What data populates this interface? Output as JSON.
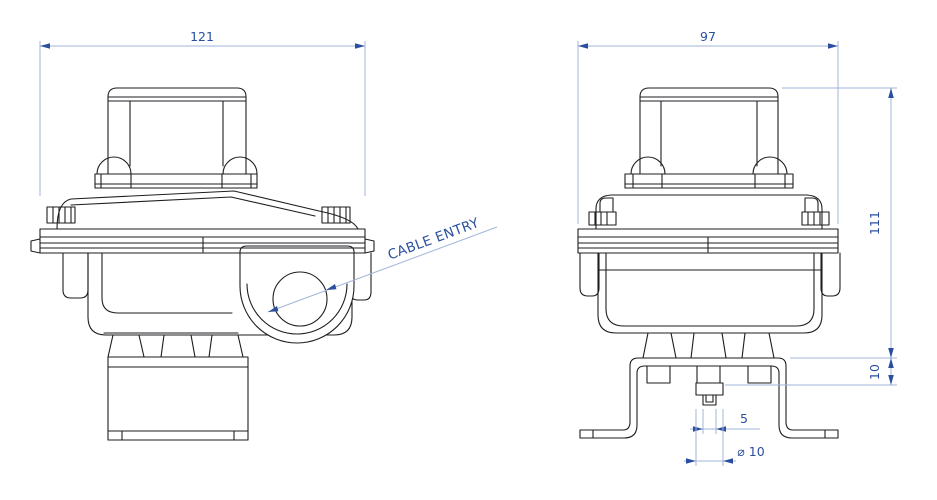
{
  "drawing": {
    "kind": "technical-orthographic-drawing",
    "colors": {
      "background": "#ffffff",
      "linework": "#1e1e20",
      "dimension_lines": "#a3b6da",
      "dimension_text": "#2a4f9e"
    },
    "front_view": {
      "width_dim": "121",
      "cable_entry": "CABLE ENTRY"
    },
    "side_view": {
      "width_dim": "97",
      "height_dim": "111",
      "bracket_offset_dim": "10",
      "shaft_flat_dim": "5",
      "shaft_diameter_dim": "⌀ 10"
    }
  }
}
